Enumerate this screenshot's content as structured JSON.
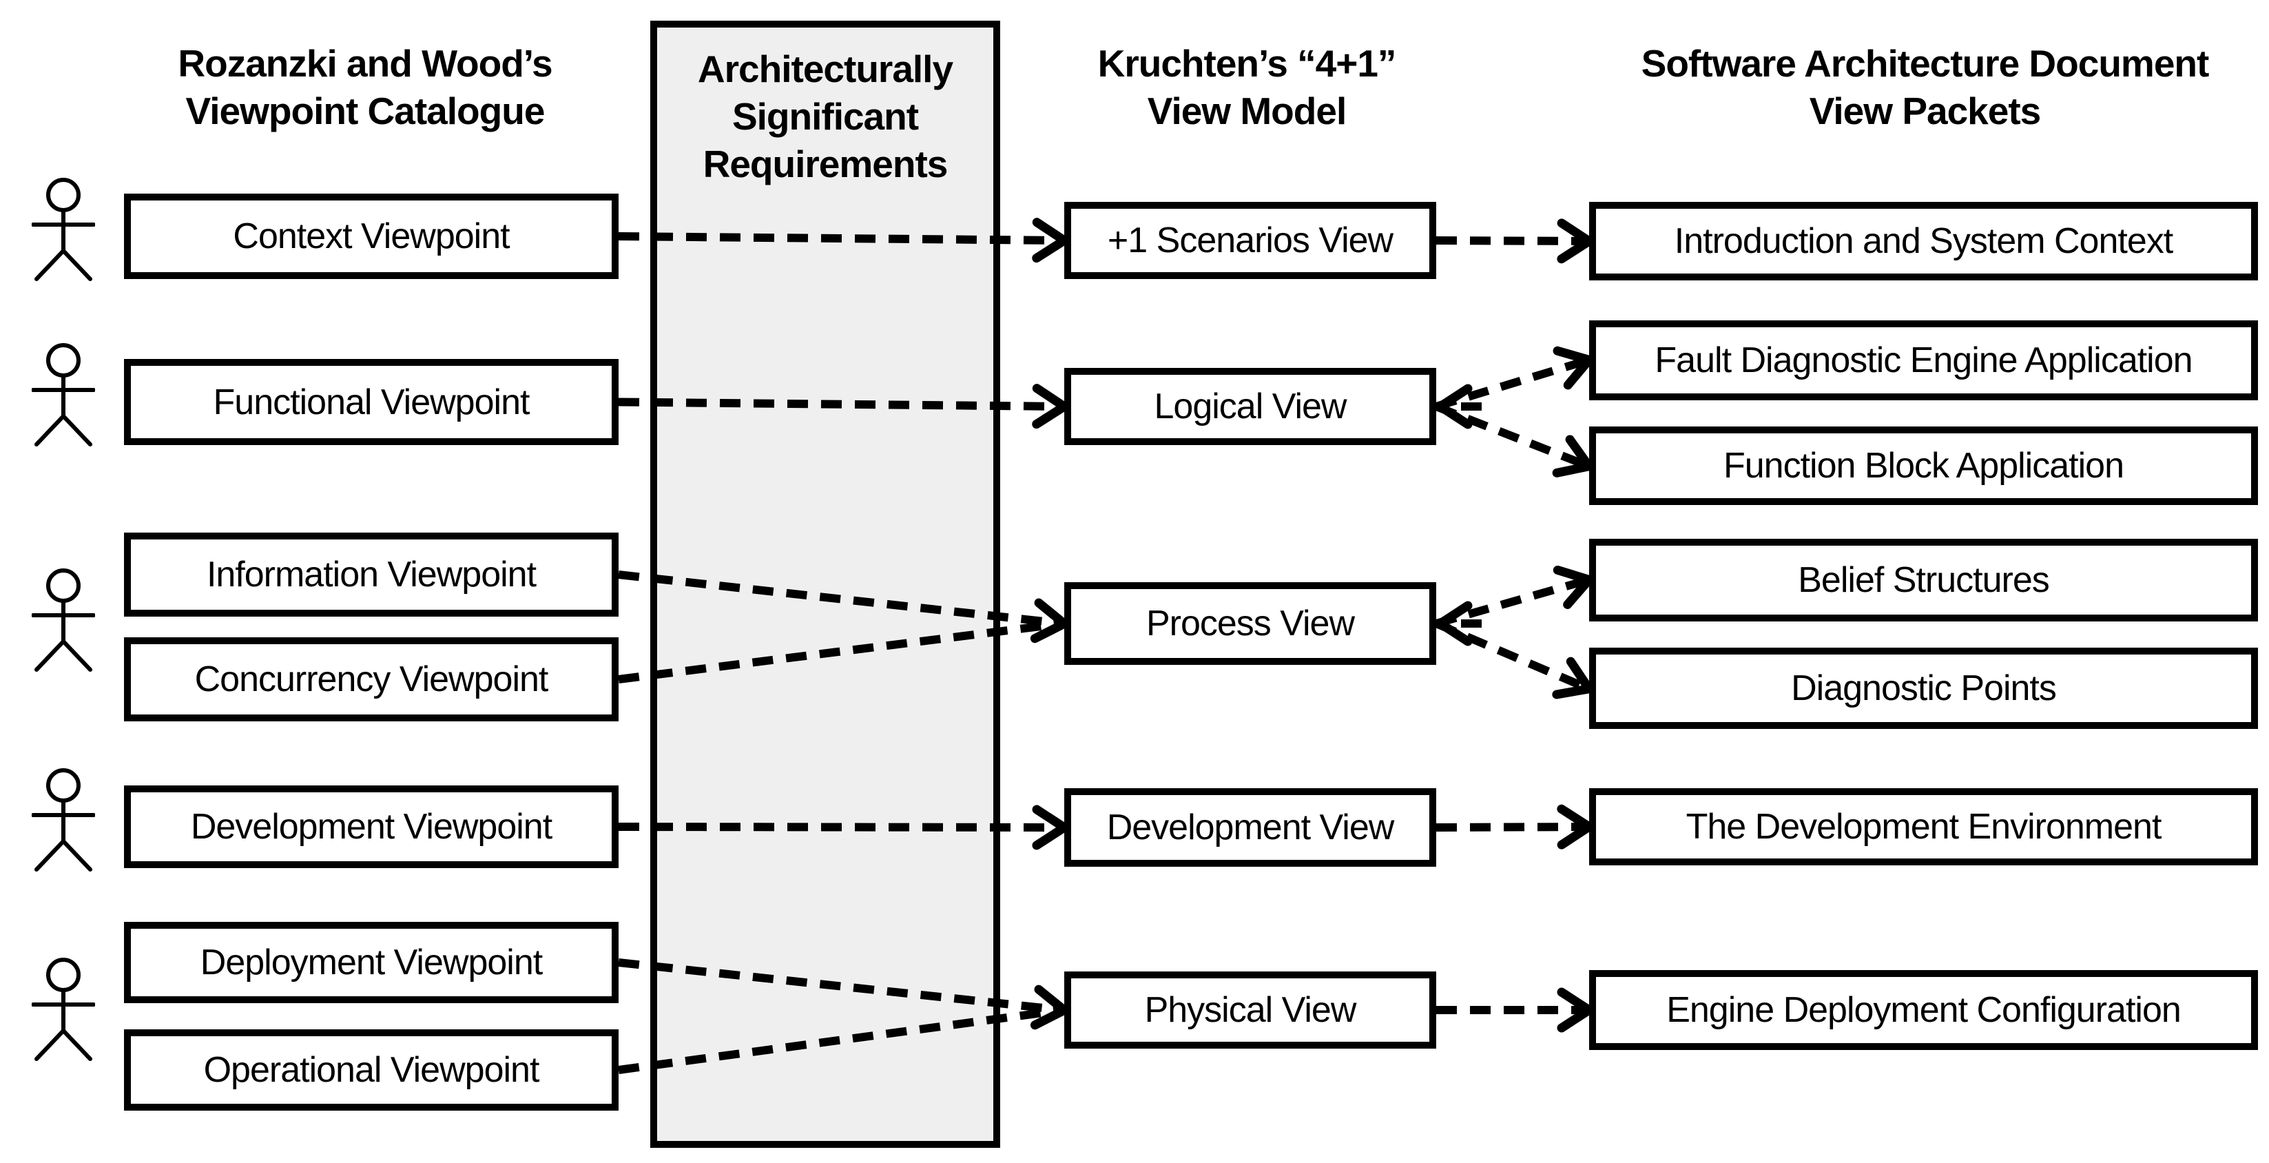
{
  "headers": {
    "left": {
      "line1": "Rozanzki and Wood’s",
      "line2": "Viewpoint Catalogue"
    },
    "asr": {
      "line1": "Architecturally",
      "line2": "Significant",
      "line3": "Requirements"
    },
    "middle": {
      "line1": "Kruchten’s “4+1”",
      "line2": "View Model"
    },
    "right": {
      "line1": "Software Architecture Document",
      "line2": "View Packets"
    }
  },
  "left_boxes": [
    {
      "id": "context-viewpoint",
      "label": "Context Viewpoint"
    },
    {
      "id": "functional-viewpoint",
      "label": "Functional Viewpoint"
    },
    {
      "id": "information-viewpoint",
      "label": "Information Viewpoint"
    },
    {
      "id": "concurrency-viewpoint",
      "label": "Concurrency Viewpoint"
    },
    {
      "id": "development-viewpoint",
      "label": "Development Viewpoint"
    },
    {
      "id": "deployment-viewpoint",
      "label": "Deployment Viewpoint"
    },
    {
      "id": "operational-viewpoint",
      "label": "Operational Viewpoint"
    }
  ],
  "middle_boxes": [
    {
      "id": "scenarios-view",
      "label": "+1 Scenarios View"
    },
    {
      "id": "logical-view",
      "label": "Logical View"
    },
    {
      "id": "process-view",
      "label": "Process View"
    },
    {
      "id": "development-view",
      "label": "Development View"
    },
    {
      "id": "physical-view",
      "label": "Physical View"
    }
  ],
  "right_boxes": [
    {
      "id": "introduction-and-system-context",
      "label": "Introduction and System Context"
    },
    {
      "id": "fault-diagnostic-engine-application",
      "label": "Fault Diagnostic Engine Application"
    },
    {
      "id": "function-block-application",
      "label": "Function Block Application"
    },
    {
      "id": "belief-structures",
      "label": "Belief Structures"
    },
    {
      "id": "diagnostic-points",
      "label": "Diagnostic Points"
    },
    {
      "id": "the-development-environment",
      "label": "The Development Environment"
    },
    {
      "id": "engine-deployment-configuration",
      "label": "Engine Deployment Configuration"
    }
  ],
  "connections": [
    {
      "from": "context-viewpoint",
      "to": "scenarios-view",
      "head": true
    },
    {
      "from": "scenarios-view",
      "to": "introduction-and-system-context",
      "head": true
    },
    {
      "from": "functional-viewpoint",
      "to": "logical-view",
      "head": true
    },
    {
      "from": "logical-view",
      "to": "fault-diagnostic-engine-application",
      "head": true,
      "source_head": true
    },
    {
      "from": "logical-view",
      "to": "function-block-application",
      "head": true
    },
    {
      "from": "information-viewpoint",
      "to": "process-view",
      "head": true
    },
    {
      "from": "concurrency-viewpoint",
      "to": "process-view",
      "head": false
    },
    {
      "from": "process-view",
      "to": "belief-structures",
      "head": true,
      "source_head": true
    },
    {
      "from": "process-view",
      "to": "diagnostic-points",
      "head": true
    },
    {
      "from": "development-viewpoint",
      "to": "development-view",
      "head": true
    },
    {
      "from": "development-view",
      "to": "the-development-environment",
      "head": true
    },
    {
      "from": "deployment-viewpoint",
      "to": "physical-view",
      "head": true
    },
    {
      "from": "operational-viewpoint",
      "to": "physical-view",
      "head": false
    },
    {
      "from": "physical-view",
      "to": "engine-deployment-configuration",
      "head": true
    }
  ],
  "icons": {
    "actor": "stick-figure"
  },
  "style": {
    "background": "#ffffff",
    "line_color": "#000000",
    "box_border_color": "#000000",
    "asr_fill": "#efefef"
  }
}
